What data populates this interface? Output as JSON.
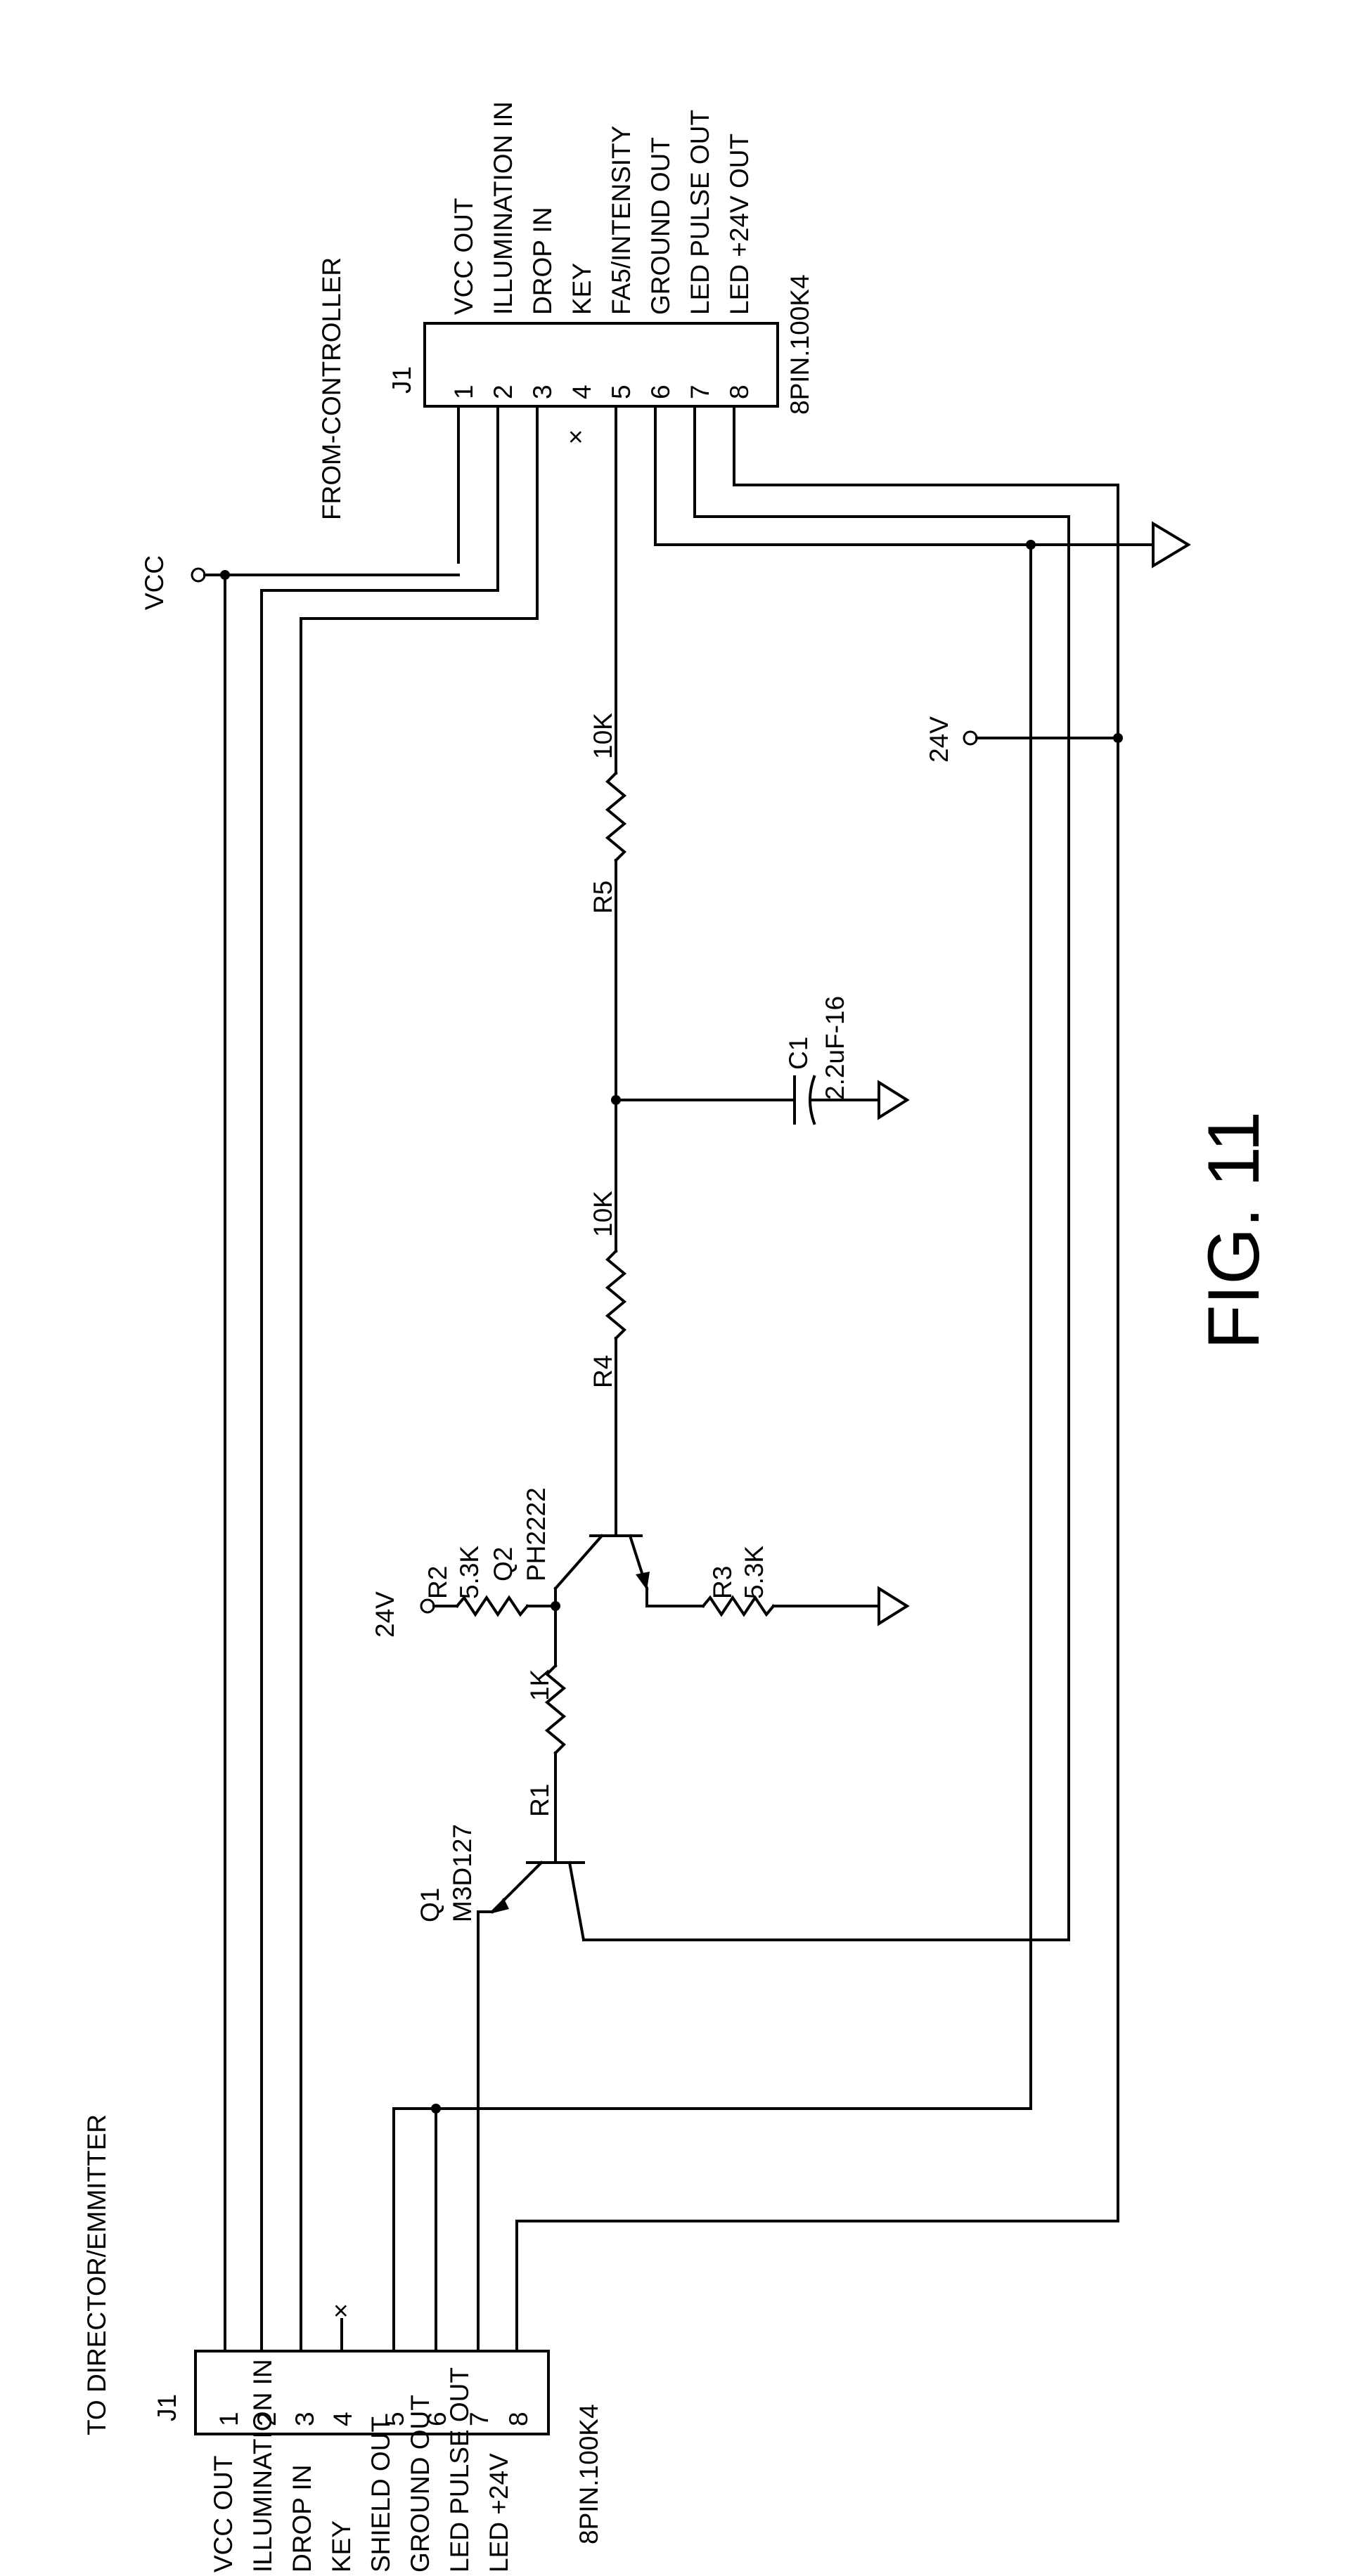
{
  "figure_label": "FIG. 11",
  "rails": {
    "vcc": "VCC",
    "v24": "24V"
  },
  "from_connector": {
    "title": "FROM-CONTROLLER",
    "ref": "J1",
    "part": "8PIN.100K4",
    "pins": [
      "1",
      "2",
      "3",
      "4",
      "5",
      "6",
      "7",
      "8"
    ],
    "signals": [
      "VCC OUT",
      "ILLUMINATION IN",
      "DROP IN",
      "KEY",
      "FA5/INTENSITY",
      "GROUND OUT",
      "LED PULSE OUT",
      "LED +24V OUT"
    ]
  },
  "to_connector": {
    "title": "TO DIRECTOR/EMMITTER",
    "ref": "J1",
    "part": "8PIN.100K4",
    "pins": [
      "1",
      "2",
      "3",
      "4",
      "5",
      "6",
      "7",
      "8"
    ],
    "signals": [
      "VCC OUT",
      "ILLUMINATION IN",
      "DROP IN",
      "KEY",
      "SHIELD OUT",
      "GROUND OUT",
      "LED PULSE OUT",
      "LED +24V"
    ]
  },
  "components": {
    "r5": {
      "ref": "R5",
      "value": "10K"
    },
    "r4": {
      "ref": "R4",
      "value": "10K"
    },
    "c1": {
      "ref": "C1",
      "value": "2.2uF-16"
    },
    "r2": {
      "ref": "R2",
      "value": "5.3K"
    },
    "q2": {
      "ref": "Q2",
      "value": "PH2222"
    },
    "r3": {
      "ref": "R3",
      "value": "5.3K"
    },
    "r1": {
      "ref": "R1",
      "value": "1K"
    },
    "q1": {
      "ref": "Q1",
      "value": "M3D127"
    }
  }
}
